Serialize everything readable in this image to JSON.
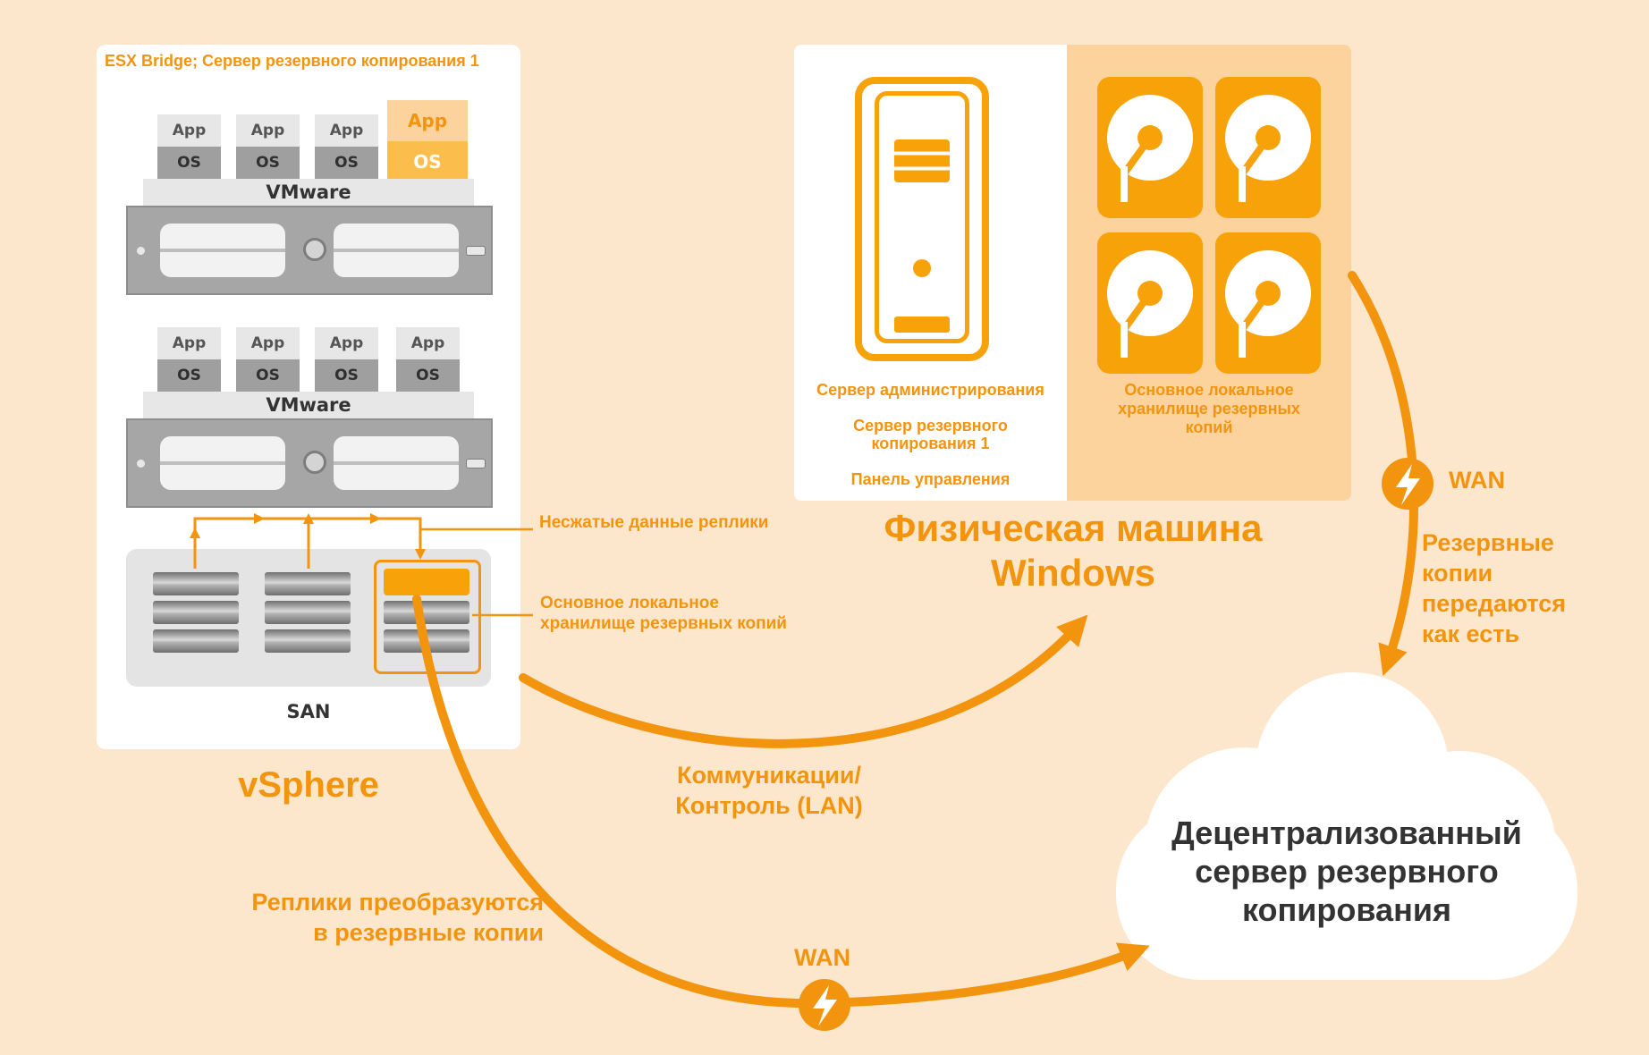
{
  "vsphere": {
    "header": "ESX Bridge; Сервер резервного копирования 1",
    "host1": {
      "apps": [
        "App",
        "App",
        "App",
        "App"
      ],
      "os": [
        "OS",
        "OS",
        "OS",
        "OS"
      ],
      "hypervisor": "VMware"
    },
    "host2": {
      "apps": [
        "App",
        "App",
        "App",
        "App"
      ],
      "os": [
        "OS",
        "OS",
        "OS",
        "OS"
      ],
      "hypervisor": "VMware"
    },
    "san_label": "SAN",
    "title": "vSphere",
    "callout_uncompressed": "Несжатые данные реплики",
    "callout_storage": [
      "Основное локальное",
      "хранилище резервных копий"
    ]
  },
  "windows": {
    "admin_lines": [
      "Сервер администрирования",
      "Сервер резервного",
      "копирования 1",
      "Панель управления"
    ],
    "storage_lines": [
      "Основное локальное",
      "хранилище резервных",
      "копий"
    ],
    "title": [
      "Физическая машина",
      "Windows"
    ]
  },
  "links": {
    "lan": [
      "Коммуникации/",
      "Контроль (LAN)"
    ],
    "replicas": [
      "Реплики преобразуются",
      "в резервные копии"
    ],
    "wan_bottom": "WAN",
    "wan_right": "WAN",
    "as_is": [
      "Резервные",
      "копии",
      "передаются",
      "как есть"
    ]
  },
  "cloud": {
    "lines": [
      "Децентрализованный",
      "сервер резервного",
      "копирования"
    ]
  },
  "colors": {
    "accent": "#f3940f",
    "background": "#fde7cc",
    "dark_text": "#333333",
    "tile": "#f8a20a"
  }
}
